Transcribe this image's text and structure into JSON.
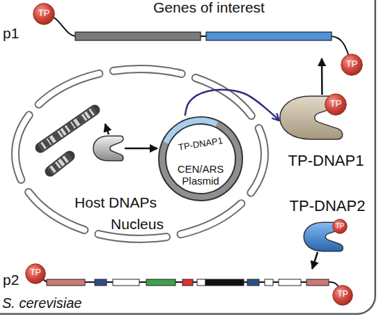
{
  "diagram": {
    "nodes": [
      {
        "text": [
          "S. cerevisiae"
        ]
      },
      {
        "text": [
          "p1",
          "Genes of interest"
        ],
        "in": 0
      },
      {
        "text": [
          "TP"
        ],
        "in": 1
      },
      {
        "text": [
          "TP"
        ],
        "in": 1
      },
      {
        "text": [
          "Nucleus"
        ],
        "in": 0
      },
      {
        "text": [
          "Host DNAPs"
        ],
        "in": 4
      },
      {
        "text": [
          "TP-DNAP1",
          "CEN/ARS Plasmid"
        ],
        "in": 4
      },
      {
        "text": [
          "TP-DNAP1"
        ],
        "in": 0
      },
      {
        "text": [
          "TP"
        ],
        "in": 7
      },
      {
        "text": [
          "TP-DNAP2"
        ],
        "in": 0
      },
      {
        "text": [
          "TP"
        ],
        "in": 9
      },
      {
        "text": [
          "p2"
        ],
        "in": 0
      },
      {
        "text": [
          "TP"
        ],
        "in": 11
      },
      {
        "text": [
          "TP"
        ],
        "in": 11
      }
    ],
    "edges": [
      {
        "from": 5,
        "to": 6,
        "arrow": "to"
      },
      {
        "from": 6,
        "to": 7,
        "arrow": "to"
      },
      {
        "from": 7,
        "to": 1,
        "arrow": "to"
      },
      {
        "from": 9,
        "to": 11,
        "arrow": "to"
      }
    ]
  }
}
